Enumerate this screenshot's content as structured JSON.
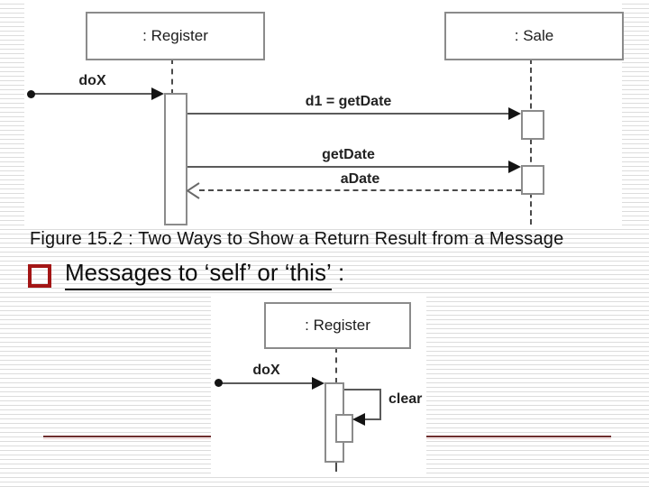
{
  "caption": "Figure 15.2 : Two Ways to Show a Return Result from a Message",
  "heading": {
    "underlined": "Messages to ‘self’ or ‘this’",
    "suffix": " :"
  },
  "top_diagram": {
    "register": ": Register",
    "sale": ": Sale",
    "msg_dox": "doX",
    "msg_d1_getdate": "d1 = getDate",
    "msg_getdate": "getDate",
    "msg_adate": "aDate"
  },
  "bottom_diagram": {
    "register": ": Register",
    "msg_dox": "doX",
    "msg_clear": "clear"
  },
  "colors": {
    "bullet_red": "#a31515",
    "divider_red": "#6e2f2f",
    "stripe_gray": "#dcdcdc"
  }
}
